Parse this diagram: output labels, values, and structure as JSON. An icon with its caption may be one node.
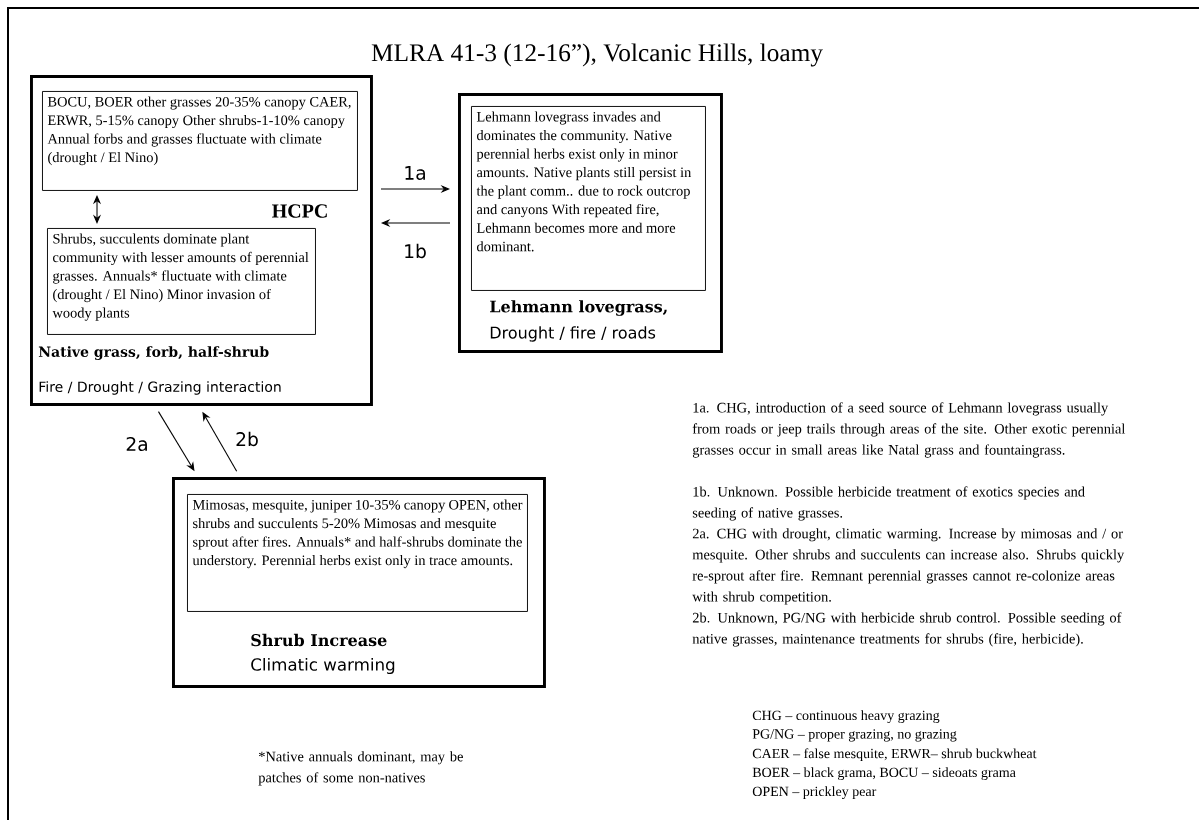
{
  "diagram": {
    "title": "MLRA 41-3 (12-16”), Volcanic Hills, loamy",
    "nodes": [
      {
        "text": [
          "HCPC",
          "Native grass, forb, half-shrub",
          "Fire / Drought / Grazing interaction"
        ]
      },
      {
        "text": [
          "BOCU, BOER other grasses 20-35%  canopy CAER, ERWR, 5-15% canopy Other shrubs-1-10% canopy Annual forbs and grasses fluctuate with climate (drought / El Nino)"
        ],
        "in": 0
      },
      {
        "text": [
          "Shrubs, succulents dominate plant community with lesser amounts of perennial grasses. Annuals* fluctuate with climate (drought / El Nino) Minor invasion of woody plants"
        ],
        "in": 0
      },
      {
        "text": [
          "Lehmann lovegrass,",
          "Drought / fire / roads"
        ]
      },
      {
        "text": [
          "Lehmann lovegrass invades and dominates the community. Native perennial herbs exist only in minor amounts. Native plants still persist in the plant comm.. due to rock outcrop and canyons With repeated fire, Lehmann becomes more and more dominant."
        ],
        "in": 3
      },
      {
        "text": [
          "Shrub Increase",
          "Climatic warming"
        ]
      },
      {
        "text": [
          "Mimosas, mesquite, juniper 10-35% canopy OPEN, other shrubs and succulents 5-20% Mimosas and mesquite sprout after fires. Annuals* and half-shrubs dominate the understory. Perennial herbs exist only in trace amounts."
        ],
        "in": 5
      }
    ],
    "edges": [
      {
        "from": 1,
        "to": 2,
        "arrow": "both"
      },
      {
        "from": 0,
        "to": 3,
        "arrow": "to",
        "label": "1a"
      },
      {
        "from": 3,
        "to": 0,
        "arrow": "to",
        "label": "1b"
      },
      {
        "from": 0,
        "to": 5,
        "arrow": "to",
        "label": "2a"
      },
      {
        "from": 5,
        "to": 0,
        "arrow": "to",
        "label": "2b"
      }
    ],
    "labels": [
      "1a. CHG, introduction of a seed source of Lehmann lovegrass usually from roads or jeep trails through areas of  the site. Other exotic perennial grasses occur in small areas like Natal grass and fountaingrass.",
      "1b. Unknown. Possible herbicide treatment of exotics species and seeding of native grasses.",
      "2a. CHG with drought, climatic warming. Increase by mimosas and / or mesquite. Other shrubs and succulents can increase also. Shrubs quickly re-sprout after fire. Remnant perennial grasses cannot re-colonize areas with shrub competition.",
      "2b. Unknown, PG/NG  with herbicide shrub control. Possible seeding of native grasses, maintenance treatments for shrubs (fire, herbicide).",
      "*Native annuals dominant, may be patches of some non-natives",
      "CHG – continuous heavy grazing",
      "PG/NG – proper grazing, no grazing",
      "CAER – false mesquite, ERWR– shrub buckwheat",
      "BOER – black grama, BOCU – sideoats grama",
      "OPEN – prickley pear"
    ]
  }
}
